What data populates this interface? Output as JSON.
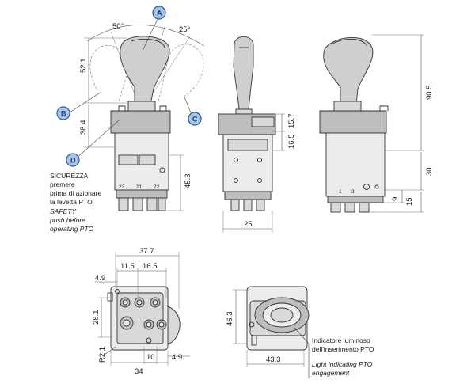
{
  "callouts": {
    "a": "A",
    "b": "B",
    "c": "C",
    "d": "D"
  },
  "angles": {
    "left": "50°",
    "right": "25°"
  },
  "dims": {
    "d52_1": "52.1",
    "d38_4": "38.4",
    "d45_3": "45.3",
    "d15_7": "15.7",
    "d16_5": "16.5",
    "d25": "25",
    "d90_5": "90.5",
    "d30": "30",
    "d9": "9",
    "d15": "15",
    "d37_7": "37.7",
    "d11_5": "11.5",
    "d16_5b": "16.5",
    "d4_9a": "4.9",
    "d28_1": "28.1",
    "r2_1": "R2.1",
    "d34": "34",
    "d10": "10",
    "d4_9b": "4.9",
    "d46_3": "46.3",
    "d43_3": "43.3"
  },
  "pins": {
    "p23": "23",
    "p21": "21",
    "p22": "22",
    "p1": "1",
    "p3": "3"
  },
  "notes": {
    "safety_it": [
      "SICUREZZA",
      "premere",
      "prima di azionare",
      "la levetta PTO"
    ],
    "safety_en": [
      "SAFETY",
      "push before",
      "operating PTO"
    ],
    "light_it": [
      "Indicatore luminoso",
      "dell'inserimento PTO"
    ],
    "light_en": [
      "Light indicating PTO",
      "engagement"
    ]
  },
  "colors": {
    "callout_fill": "#a8c6ec",
    "callout_stroke": "#2d5a96",
    "line": "#333333",
    "body_fill": "#ececec"
  }
}
